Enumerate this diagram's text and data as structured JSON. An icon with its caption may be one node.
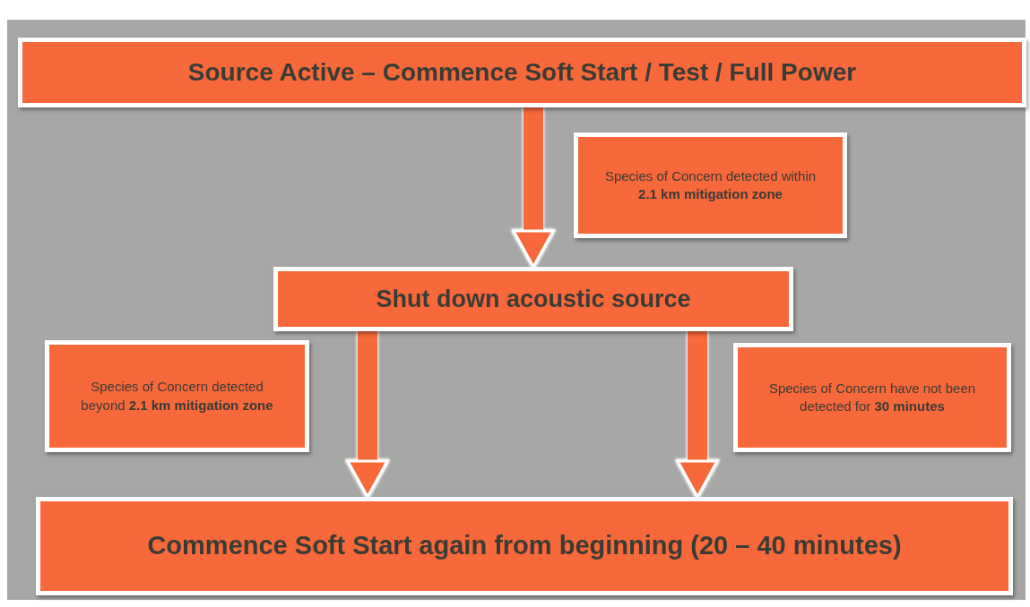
{
  "diagram": {
    "nodes": [
      {
        "text": [
          "Source Active – Commence Soft Start / Test / Full Power"
        ]
      },
      {
        "text": [
          "Species of Concern detected within **2.1 km mitigation zone**"
        ]
      },
      {
        "text": [
          "Shut down acoustic source"
        ]
      },
      {
        "text": [
          "Species of Concern detected beyond **2.1 km mitigation zone**"
        ]
      },
      {
        "text": [
          "Species of Concern have not been detected for **30 minutes**"
        ]
      },
      {
        "text": [
          "Commence Soft Start again from beginning (20 – 40 minutes)"
        ]
      }
    ],
    "edges": [
      {
        "from": 0,
        "to": 2,
        "arrow": "to"
      },
      {
        "from": 2,
        "to": 5,
        "arrow": "to"
      },
      {
        "from": 2,
        "to": 5,
        "arrow": "to"
      }
    ]
  }
}
